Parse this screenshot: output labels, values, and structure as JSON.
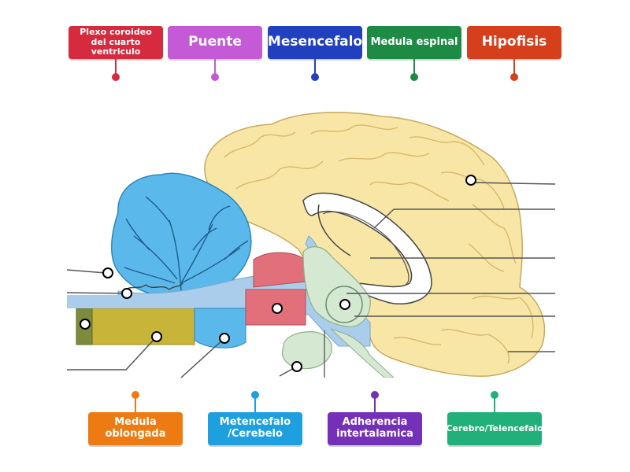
{
  "top_tags": [
    {
      "label": "Plexo coroideo del cuarto ventriculo",
      "color": "#d62b3f"
    },
    {
      "label": "Puente",
      "color": "#c45ad6"
    },
    {
      "label": "Mesencefalo",
      "color": "#2140c0"
    },
    {
      "label": "Medula espinal",
      "color": "#1e8b45"
    },
    {
      "label": "Hipofisis",
      "color": "#d63f1c"
    }
  ],
  "bottom_tags": [
    {
      "label": "Medula oblongada",
      "color": "#ee7a12"
    },
    {
      "label": "Metencefalo /Cerebelo",
      "color": "#1d9fe0"
    },
    {
      "label": "Adherencia intertalamica",
      "color": "#7430b8"
    },
    {
      "label": "Cerebro/Telencefalo",
      "color": "#22b07a"
    }
  ],
  "colors": {
    "cerebrum": "#f7e6a6",
    "cerebellum": "#5bb8ea",
    "ventricle_blue": "#a9cdeb",
    "pons_red": "#e2707a",
    "medulla_olive": "#c9b43a",
    "spinal_green": "#7e8b3d",
    "diencephalon_green": "#d5e8d2"
  }
}
